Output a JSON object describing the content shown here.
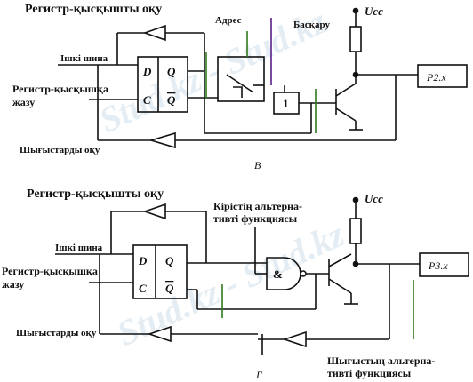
{
  "diagram_top": {
    "title": "Регистр-қысқышты оқу",
    "internal_bus": "Ішкі шина",
    "write_latch_line1": "Регистр-қысқышқа",
    "write_latch_line2": "жазу",
    "read_outputs": "Шығыстарды оқу",
    "address": "Адрес",
    "control": "Басқару",
    "ucc": "Ucc",
    "port": "P2.x",
    "ff_d": "D",
    "ff_c": "C",
    "ff_q": "Q",
    "ff_qbar": "Q",
    "gate": "1",
    "caption": "В"
  },
  "diagram_bottom": {
    "title": "Регистр-қысқышты оқу",
    "alt_in_line1": "Кірістің альтерна-",
    "alt_in_line2": "тивті функциясы",
    "internal_bus": "Ішкі шина",
    "ucc": "Ucc",
    "port": "P3.x",
    "write_latch_line1": "Регистр-қысқышқа",
    "write_latch_line2": "жазу",
    "read_outputs": "Шығыстарды оқу",
    "alt_out_line1": "Шығыстың альтерна-",
    "alt_out_line2": "тивті функциясы",
    "ff_d": "D",
    "ff_c": "C",
    "ff_q": "Q",
    "ff_qbar": "Q",
    "gate": "&",
    "caption": "Г"
  },
  "watermark": "Stud.kz - Stud.kz",
  "colors": {
    "ink": "#111111",
    "accent_wire": "#2f7a1c",
    "bus": "#5a1e8a",
    "watermark": "#cfe0ea"
  }
}
